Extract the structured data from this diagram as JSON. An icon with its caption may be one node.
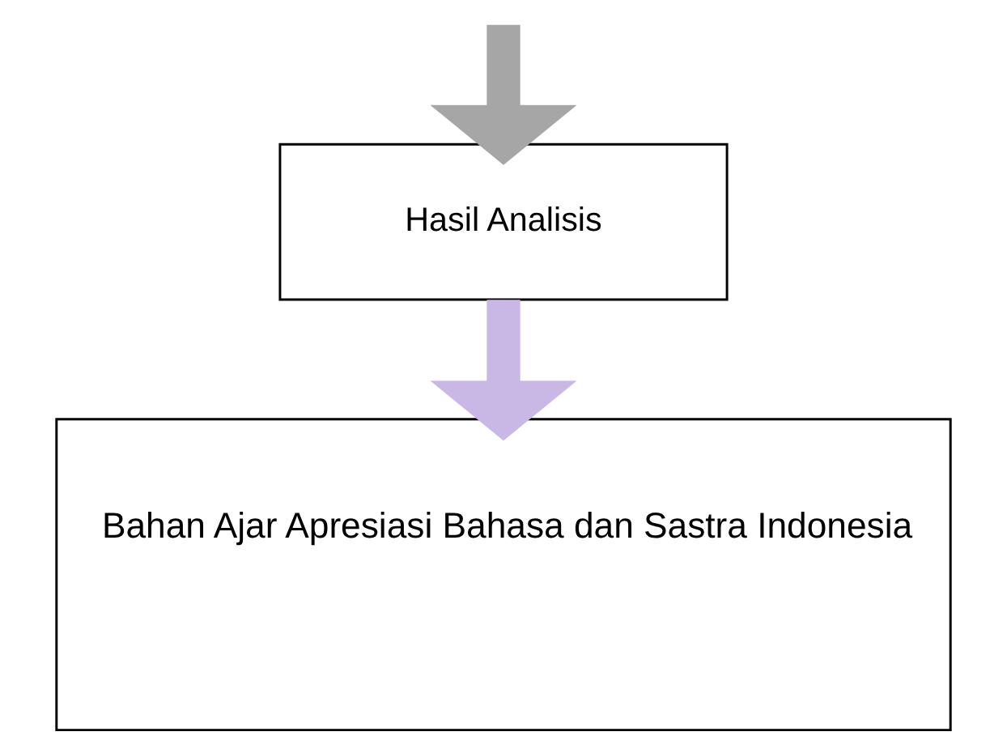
{
  "diagram": {
    "nodes": [
      {
        "text": [
          "Hasil Analisis"
        ]
      },
      {
        "text": [
          "Bahan Ajar Apresiasi Bahasa dan Sastra Indonesia"
        ]
      }
    ],
    "edges": [
      {
        "from": null,
        "to": 0,
        "arrow": "to",
        "color": "#a6a6a6"
      },
      {
        "from": 0,
        "to": 1,
        "arrow": "to",
        "color": "#c9b8e6"
      }
    ]
  }
}
